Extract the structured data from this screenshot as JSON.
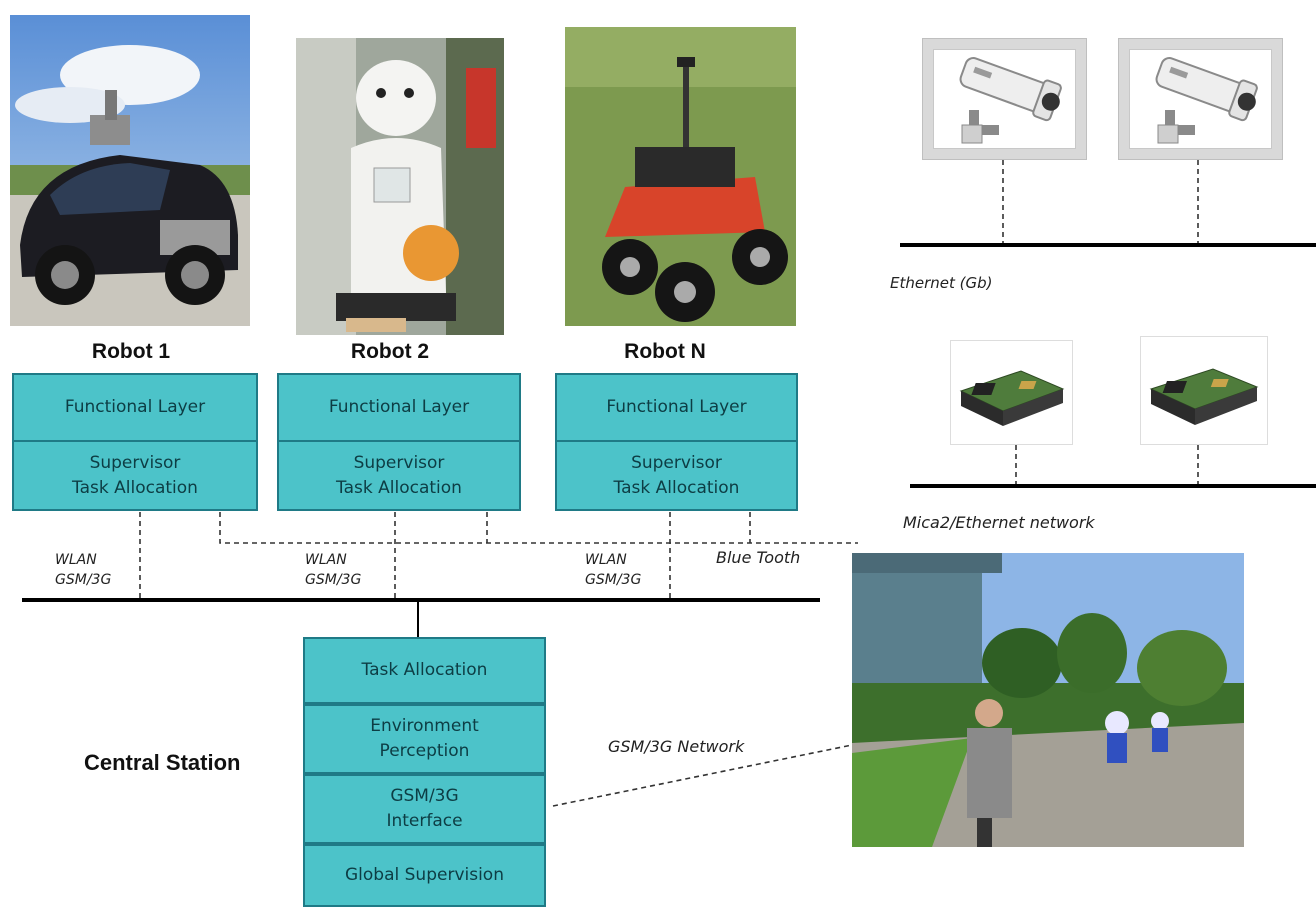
{
  "robots": [
    {
      "name": "Robot 1",
      "photo": "smart-car-robot",
      "functional": "Functional Layer",
      "supervisor": [
        "Supervisor",
        "Task Allocation"
      ],
      "link": [
        "WLAN",
        "GSM/3G"
      ]
    },
    {
      "name": "Robot 2",
      "photo": "humanoid-robot",
      "functional": "Functional Layer",
      "supervisor": [
        "Supervisor",
        "Task Allocation"
      ],
      "link": [
        "WLAN",
        "GSM/3G"
      ]
    },
    {
      "name": "Robot N",
      "photo": "rover-robot",
      "functional": "Functional Layer",
      "supervisor": [
        "Supervisor",
        "Task Allocation"
      ],
      "link": [
        "WLAN",
        "GSM/3G"
      ]
    }
  ],
  "bluetooth_label": "Blue Tooth",
  "central_station": {
    "title": "Central Station",
    "layers": {
      "task": "Task Allocation",
      "env": [
        "Environment",
        "Perception"
      ],
      "gsm": [
        "GSM/3G",
        "Interface"
      ],
      "global": "Global Supervision"
    }
  },
  "networks": {
    "ethernet": "Ethernet (Gb)",
    "mica": "Mica2/Ethernet network",
    "gsm": "GSM/3G Network"
  },
  "icons": {
    "camera": "security-camera-icon",
    "mote": "sensor-mote-icon"
  },
  "colors": {
    "layer_fill": "#4cc3c9",
    "layer_border": "#1f7a86",
    "bus": "#000000"
  }
}
